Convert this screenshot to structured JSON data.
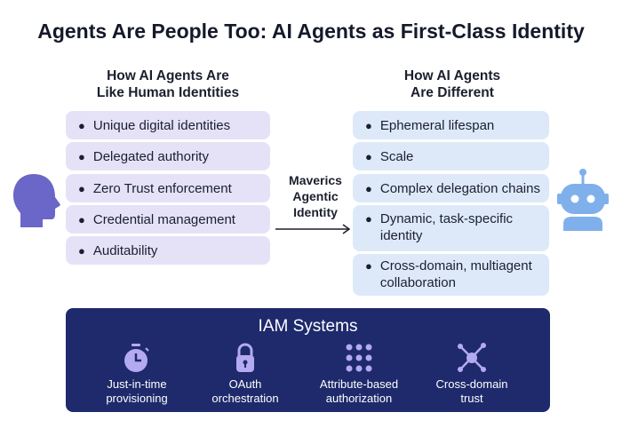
{
  "title": "Agents Are People Too: AI Agents as First-Class Identity",
  "left": {
    "heading_line1": "How AI Agents Are",
    "heading_line2": "Like Human Identities",
    "items": [
      "Unique digital identities",
      "Delegated authority",
      "Zero Trust enforcement",
      "Credential management",
      "Auditability"
    ]
  },
  "right": {
    "heading_line1": "How AI Agents",
    "heading_line2": "Are Different",
    "items": [
      "Ephemeral lifespan",
      "Scale",
      "Complex delegation chains",
      "Dynamic, task-specific identity",
      "Cross-domain, multiagent collaboration"
    ]
  },
  "middle": {
    "line1": "Maverics",
    "line2": "Agentic",
    "line3": "Identity"
  },
  "iam": {
    "title": "IAM Systems",
    "features": [
      {
        "line1": "Just-in-time",
        "line2": "provisioning",
        "icon": "stopwatch-icon"
      },
      {
        "line1": "OAuth",
        "line2": "orchestration",
        "icon": "lock-icon"
      },
      {
        "line1": "Attribute-based",
        "line2": "authorization",
        "icon": "dot-grid-icon"
      },
      {
        "line1": "Cross-domain",
        "line2": "trust",
        "icon": "network-icon"
      }
    ]
  },
  "colors": {
    "human": "#6a67c8",
    "robot": "#7fb0ec",
    "iam_bg": "#1e2a6b",
    "iam_icon": "#b3aaf2",
    "left_box": "#e5e2f8",
    "right_box": "#dde9f9"
  }
}
